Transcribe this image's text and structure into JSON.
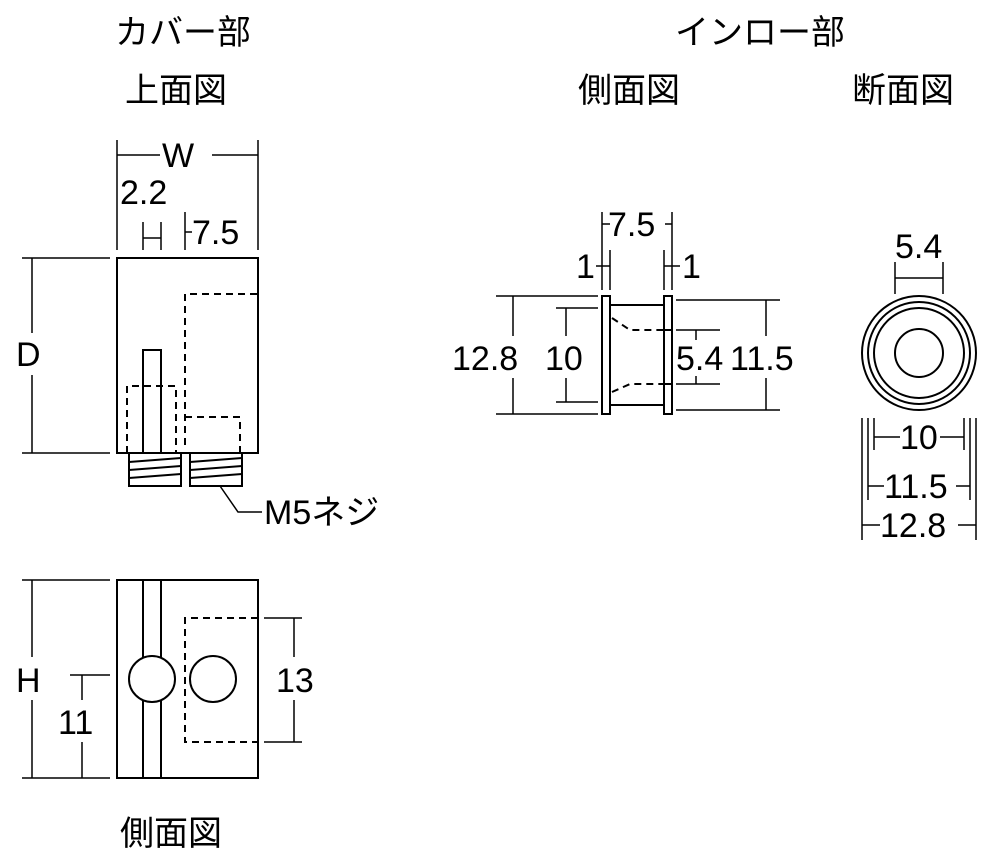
{
  "cover": {
    "title": "カバー部",
    "top_view_label": "上面図",
    "side_view_label": "側面図",
    "dims": {
      "w": "W",
      "slot": "2.2",
      "offset": "7.5",
      "d": "D",
      "h": "H",
      "h11": "11",
      "h13": "13"
    },
    "thread_label": "M5ネジ"
  },
  "inlow": {
    "title": "インロー部",
    "side_view_label": "側面図",
    "section_view_label": "断面図",
    "side_dims": {
      "length": "7.5",
      "flange_left": "1",
      "flange_right": "1",
      "outer_dia": "12.8",
      "dia_10": "10",
      "bore": "5.4",
      "dia_11_5": "11.5"
    },
    "section_dims": {
      "bore": "5.4",
      "d10": "10",
      "d11_5": "11.5",
      "d12_8": "12.8"
    }
  }
}
